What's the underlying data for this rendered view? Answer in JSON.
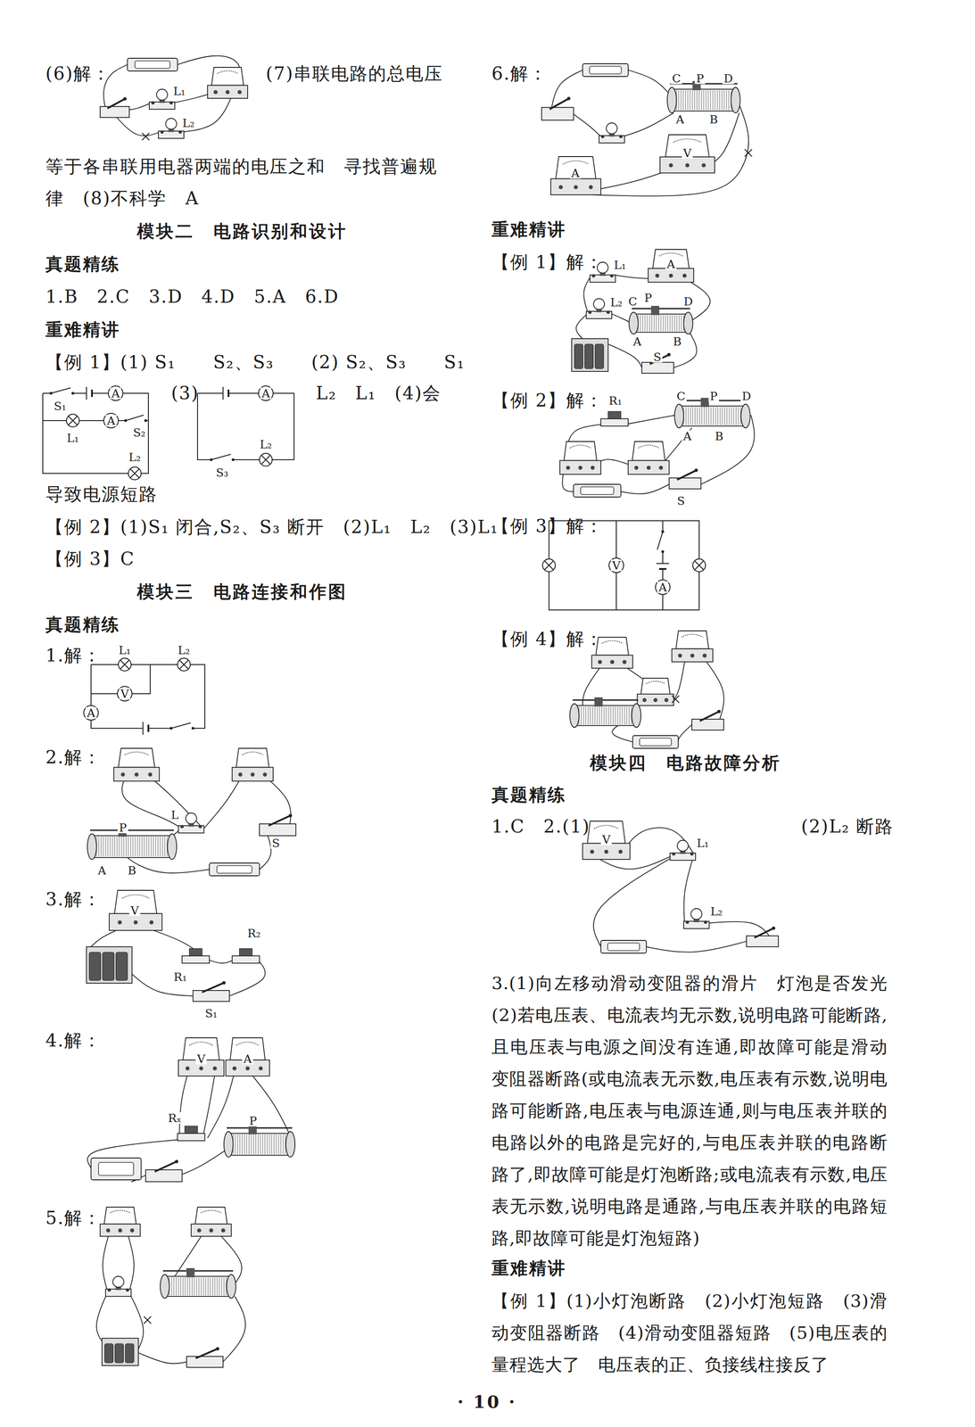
{
  "diagram": {
    "labels": [
      "(6)解：",
      "L₁",
      "L₂",
      "(7)串联电路的总电压",
      "等于各串联用电器两端的电压之和　寻找普遍规",
      "律　(8)不科学　A",
      "模块二　电路识别和设计",
      "真题精练",
      "1.B　2.C　3.D　4.D　5.A　6.D",
      "重难精讲",
      "【例 1】(1) S₁　　S₂、S₃　　(2) S₂、S₃　　S₁",
      "S₁",
      "A",
      "A",
      "S₂",
      "L₁",
      "L₂",
      "(3)",
      "A",
      "S₃",
      "L₂",
      "L₂　L₁　(4)会",
      "导致电源短路",
      "【例 2】(1)S₁ 闭合,S₂、S₃ 断开　(2)L₁　L₂　(3)L₁",
      "【例 3】C",
      "模块三　电路连接和作图",
      "真题精练",
      "1.解：",
      "L₁",
      "L₂",
      "V",
      "A",
      "2.解：",
      "L",
      "P",
      "A",
      "B",
      "S",
      "3.解：",
      "V",
      "R₂",
      "R₁",
      "S₁",
      "4.解：",
      "V",
      "A",
      "Rₓ",
      "P",
      "5.解：",
      "6.解：",
      "C",
      "P",
      "D",
      "A",
      "B",
      "A",
      "V",
      "重难精讲",
      "【例 1】解：",
      "L₁",
      "A",
      "L₂",
      "C",
      "P",
      "D",
      "A",
      "B",
      "S",
      "【例 2】解：",
      "R₁",
      "C",
      "P",
      "D",
      "A",
      "B",
      "S",
      "【例 3】解：",
      "V",
      "A",
      "【例 4】解：",
      "模块四　电路故障分析",
      "真题精练",
      "1.C　2.(1)",
      "V",
      "L₁",
      "L₂",
      "(2)L₂ 断路",
      "3.(1)向左移动滑动变阻器的滑片　灯泡是否发光　(2)若电压表、电流表均无示数,说明电路可能断路,且电压表与电源之间没有连通,即故障可能是滑动变阻器断路(或电流表无示数,电压表有示数,说明电路可能断路,电压表与电源连通,则与电压表并联的电路以外的电路是完好的,与电压表并联的电路断路了,即故障可能是灯泡断路;或电流表有示数,电压表无示数,说明电路是通路,与电压表并联的电路短路,即故障可能是灯泡短路)",
      "重难精讲",
      "【例 1】(1)小灯泡断路　(2)小灯泡短路　(3)滑动变阻器断路　(4)滑动变阻器短路　(5)电压表的量程选大了　电压表的正、负接线柱接反了",
      "· 10 ·"
    ]
  }
}
